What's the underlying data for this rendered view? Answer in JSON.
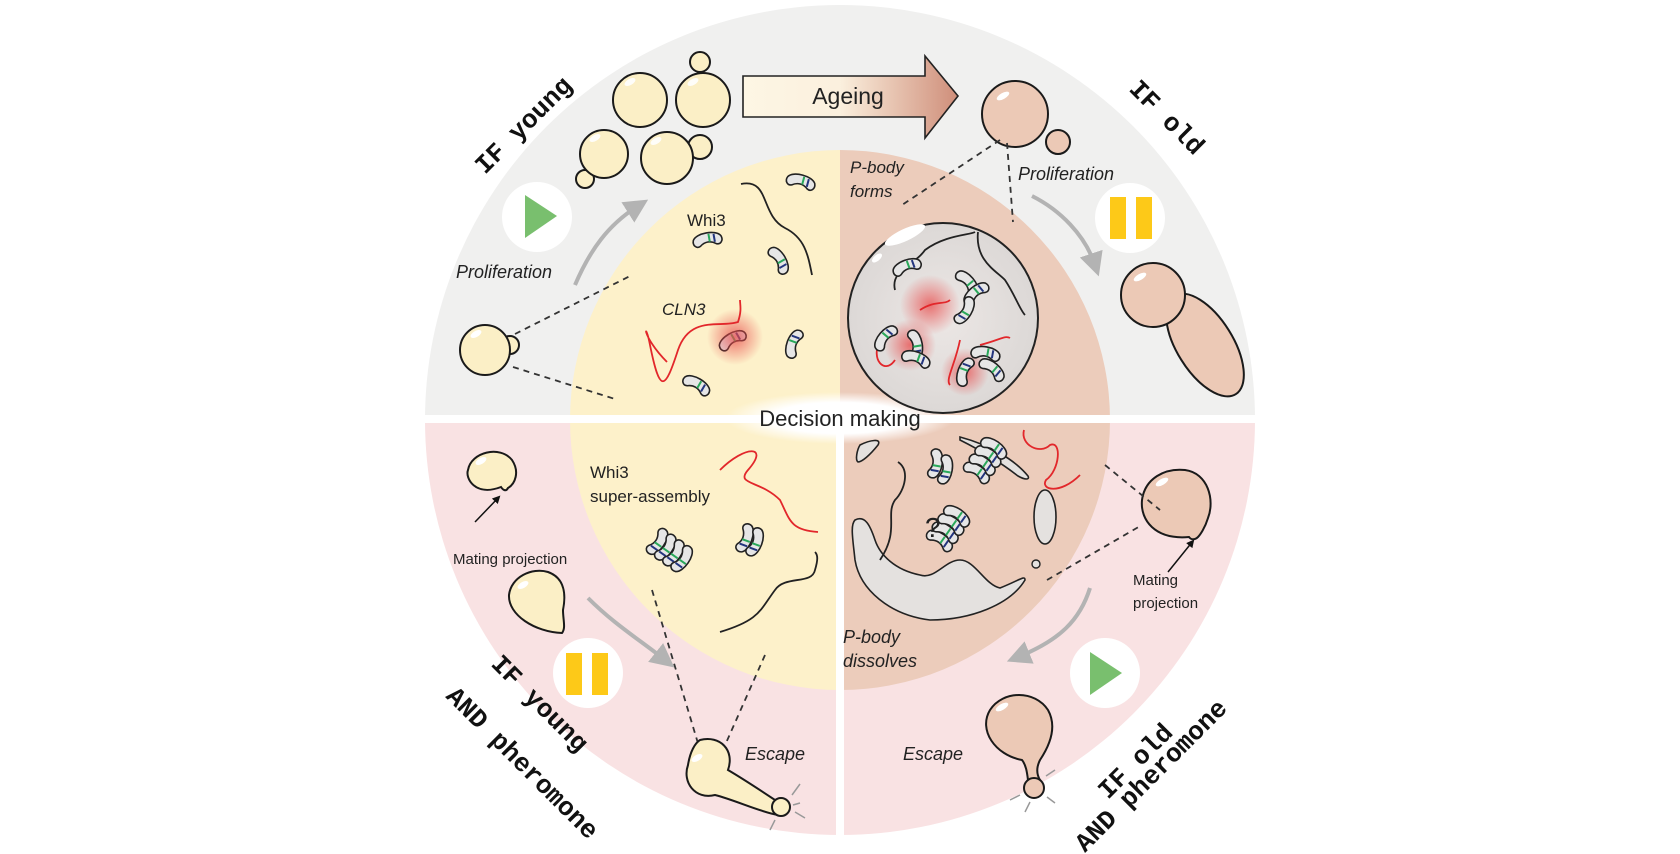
{
  "figure": {
    "colors": {
      "young_cell": "#fbefc6",
      "old_cell": "#ecc9b6",
      "top_ring": "#f0f0ef",
      "bottom_ring": "#f9e2e3",
      "inner_young": "#fdf1ca",
      "inner_old": "#ecccbb",
      "play": "#79bf6e",
      "pause": "#fdc918",
      "mrna": "#e2272b",
      "whi3_green": "#29a85a",
      "whi3_blue": "#23357e",
      "arrow_grey": "#b3b3b3"
    },
    "quadrants": {
      "top_left": {
        "condition": "IF young",
        "process": "Proliferation",
        "state_icon": "play",
        "inner_labels": [
          "Whi3",
          "CLN3"
        ]
      },
      "top_right": {
        "condition": "IF old",
        "process": "Proliferation",
        "state_icon": "pause",
        "inner_labels": [
          "P-body",
          "forms"
        ]
      },
      "bottom_left": {
        "condition_line1": "IF young",
        "condition_line2": "AND pheromone",
        "annotation": "Mating projection",
        "process": "Escape",
        "state_icon": "pause",
        "inner_labels": [
          "Whi3",
          "super-assembly"
        ]
      },
      "bottom_right": {
        "condition_line1": "IF old",
        "condition_line2": "AND pheromone",
        "annotation_line1": "Mating",
        "annotation_line2": "projection",
        "process": "Escape",
        "state_icon": "play",
        "inner_labels": [
          "P-body",
          "dissolves"
        ],
        "unknown_mark": "?"
      }
    },
    "ageing_arrow": "Ageing",
    "center_label": "Decision making"
  }
}
